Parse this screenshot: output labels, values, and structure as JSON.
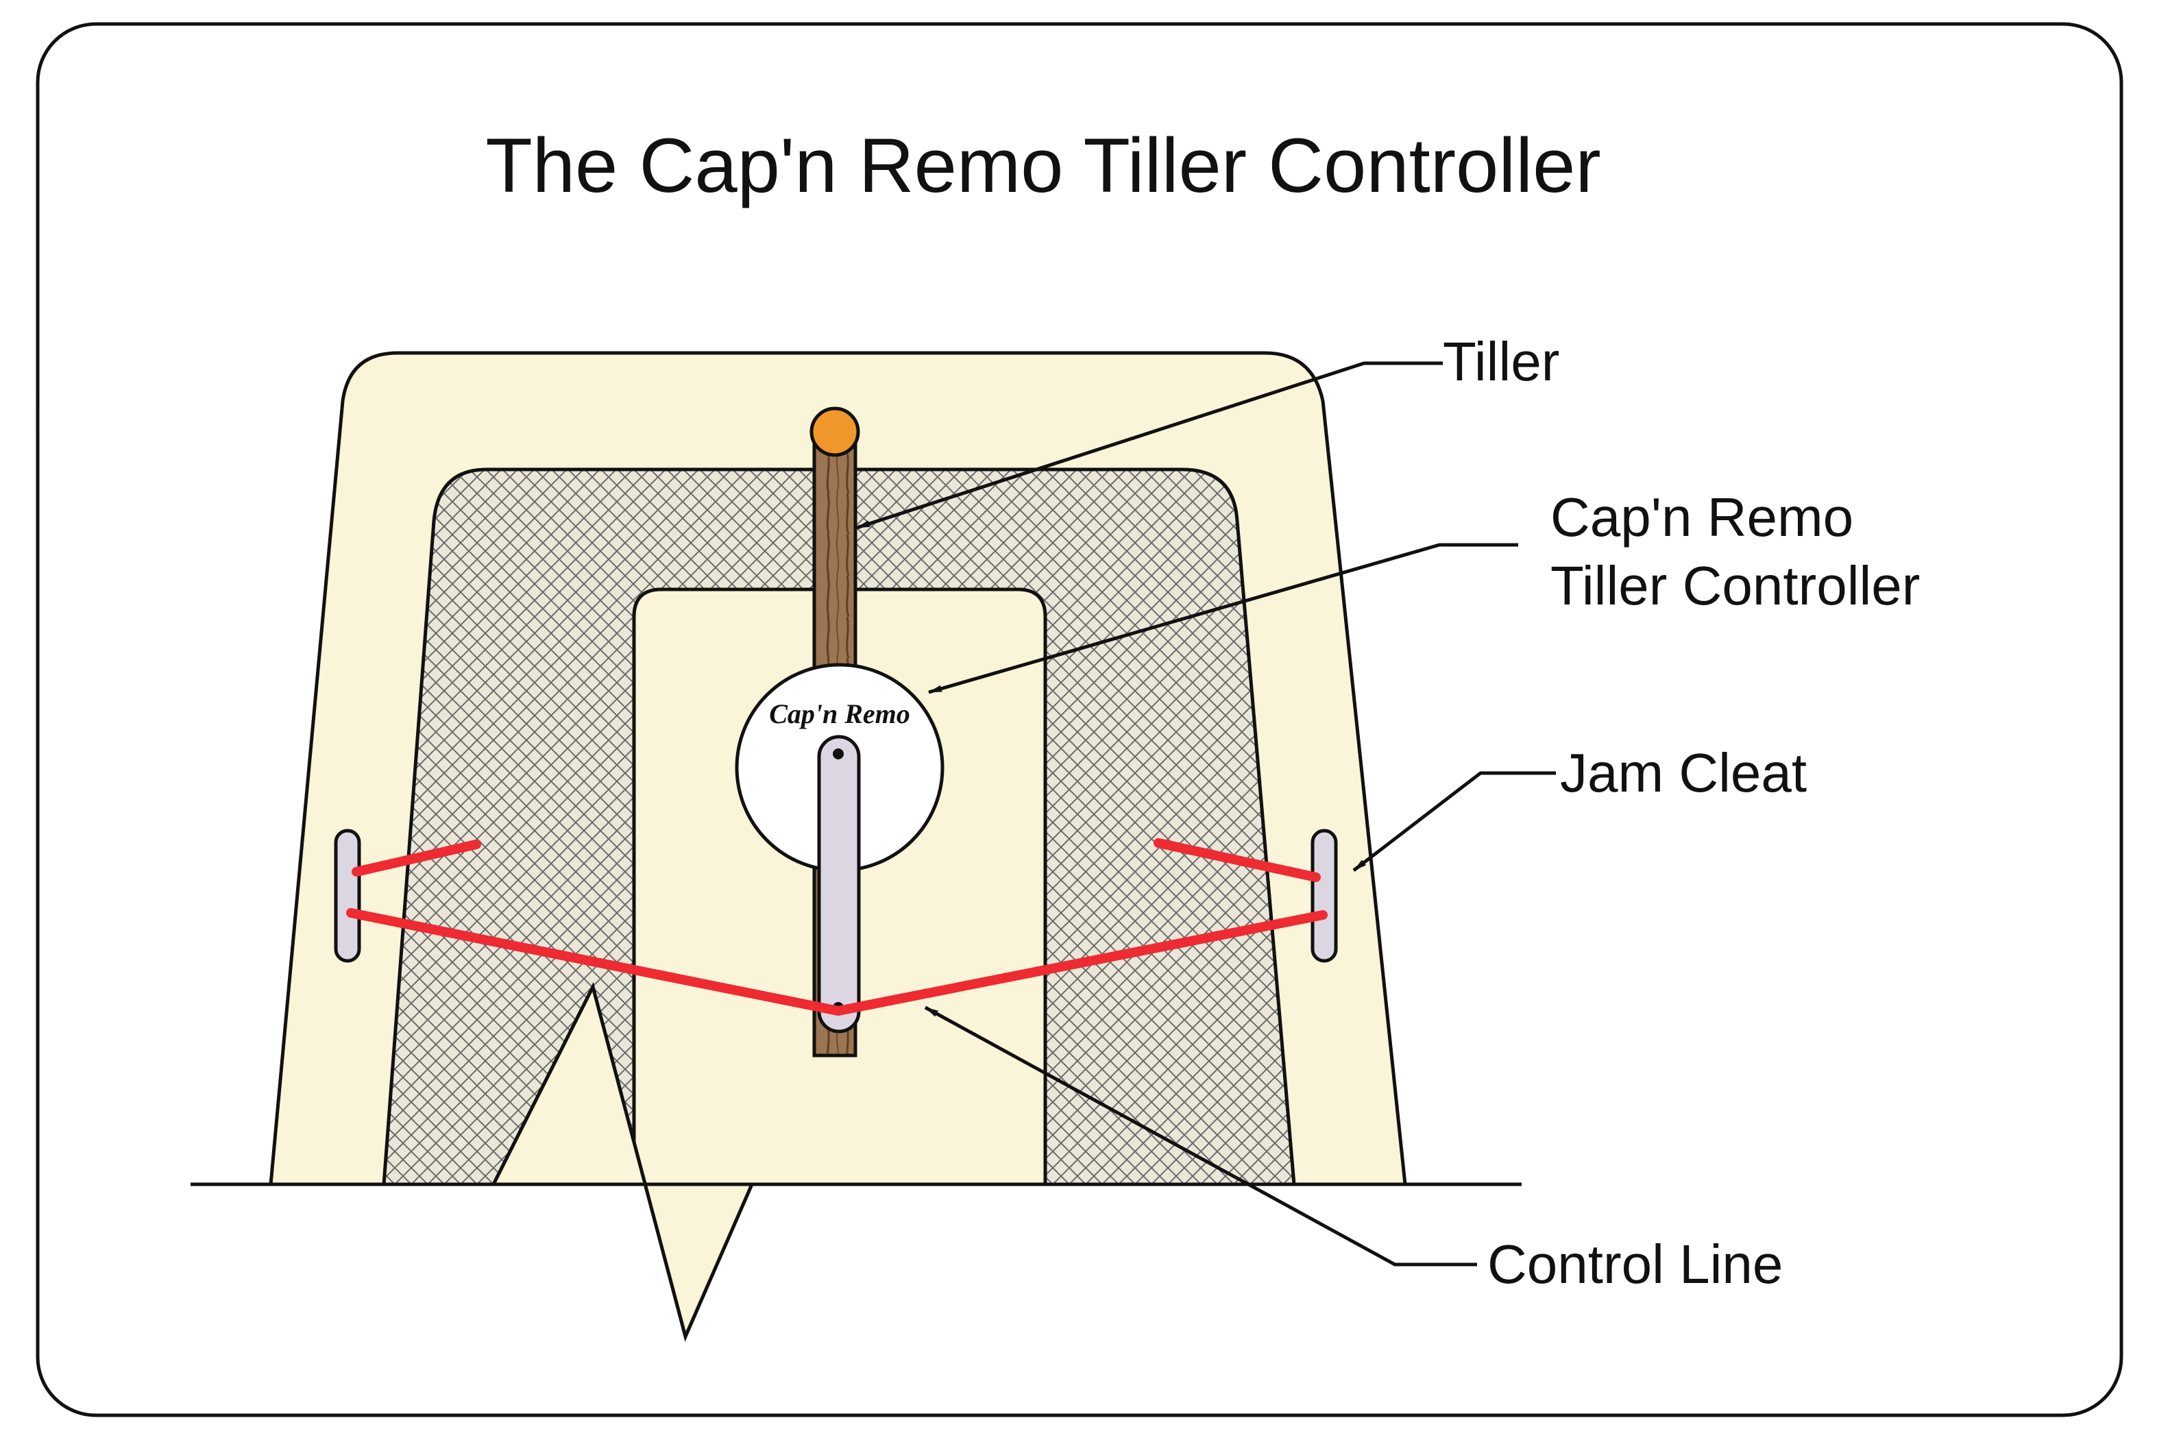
{
  "title": "The Cap'n Remo Tiller Controller",
  "brand_label": "Cap'n Remo",
  "callouts": {
    "tiller": "Tiller",
    "controller_line1": "Cap'n Remo",
    "controller_line2": "Tiller Controller",
    "jam_cleat": "Jam Cleat",
    "control_line": "Control Line"
  },
  "colors": {
    "cockpit_fill": "#FAF4D8",
    "hatch_pattern": "#6b6b6b",
    "control_line": "#EE2A33",
    "tiller_wood": "#9C7652",
    "tiller_knob": "#F0962B",
    "tiller_arm": "#DCD6E2",
    "jam_cleat": "#DCD6E2",
    "controller_disc": "#FFFFFF"
  }
}
